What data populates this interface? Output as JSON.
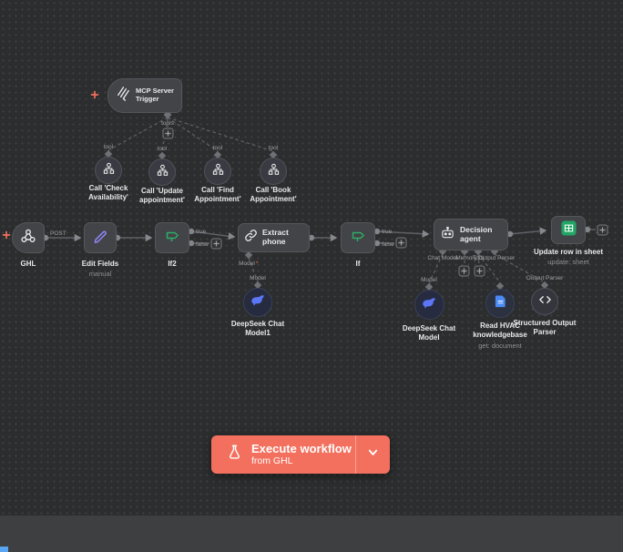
{
  "trigger": {
    "label": "MCP Server Trigger"
  },
  "tools": [
    {
      "label": "Call 'Check Availability'"
    },
    {
      "label": "Call 'Update appointment'"
    },
    {
      "label": "Call 'Find Appointment'"
    },
    {
      "label": "Call 'Book Appointment'"
    }
  ],
  "flow": {
    "ghl": {
      "label": "GHL"
    },
    "edit": {
      "label": "Edit Fields",
      "subtitle": "manual"
    },
    "if2": {
      "label": "If2"
    },
    "extract": {
      "label": "Extract phone"
    },
    "if": {
      "label": "If"
    },
    "agent": {
      "label": "Decision agent"
    },
    "sheet": {
      "label": "Update row in sheet",
      "subtitle": "update: sheet"
    }
  },
  "subnodes": {
    "model1": {
      "label": "DeepSeek Chat Model1"
    },
    "model2": {
      "label": "DeepSeek Chat Model"
    },
    "kb": {
      "label": "Read HVAC knowledgebase",
      "subtitle": "get: document"
    },
    "parser": {
      "label": "Structured Output Parser"
    }
  },
  "wire_labels": {
    "tools": "tools",
    "tool": "tool",
    "post": "POST",
    "true": "true",
    "false": "false",
    "model": "Model",
    "asterisk": "*",
    "chat_model": "Chat Model",
    "memory": "Memory",
    "tool_cap": "Tool",
    "output_parser": "Output Parser"
  },
  "execute": {
    "label": "Execute workflow",
    "sublabel": "from GHL"
  },
  "colors": {
    "accent": "#f3705e",
    "green": "#2fac66",
    "purple": "#8f86f9",
    "sheets_green": "#23a566",
    "file_blue": "#4a8af4",
    "whale_blue": "#5b76f7"
  }
}
